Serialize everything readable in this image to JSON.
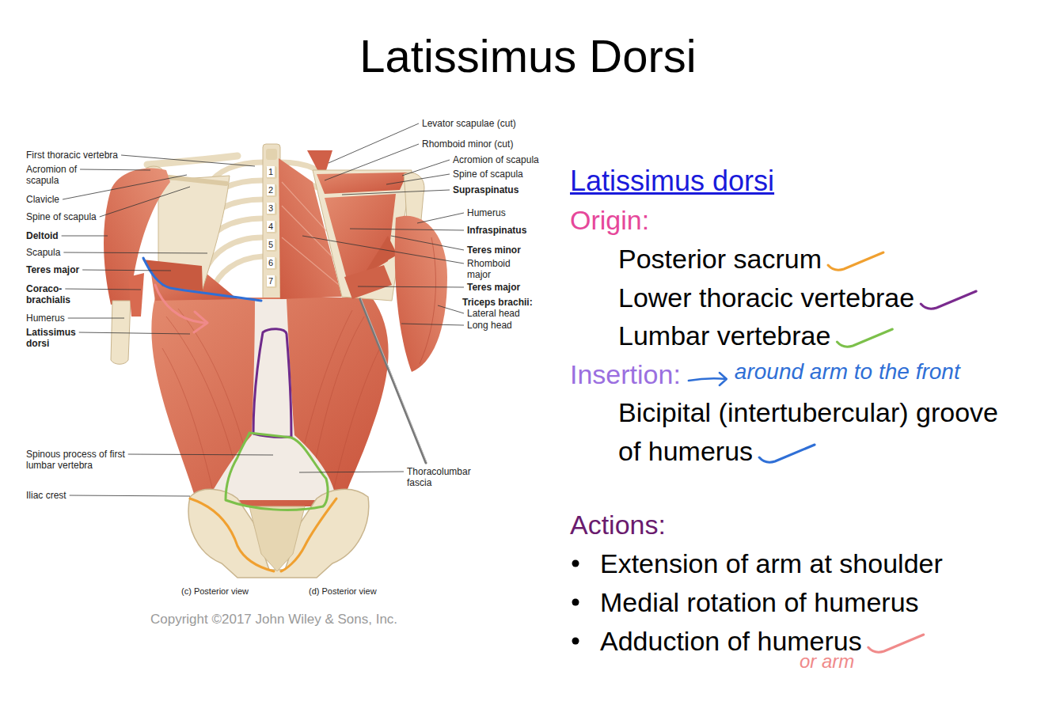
{
  "diagram": {
    "title": "Latissimus Dorsi",
    "labels": [
      "First thoracic vertebra",
      "Acromion of scapula",
      "Clavicle",
      "Spine of scapula",
      "Deltoid",
      "Scapula",
      "Teres major",
      "Coraco- brachialis",
      "Humerus",
      "Latissimus dorsi",
      "Spinous process of first lumbar vertebra",
      "Iliac crest",
      "1",
      "2",
      "3",
      "4",
      "5",
      "6",
      "7",
      "Levator scapulae (cut)",
      "Rhomboid minor (cut)",
      "Acromion of scapula",
      "Spine of scapula",
      "Supraspinatus",
      "Humerus",
      "Infraspinatus",
      "Teres minor",
      "Rhomboid major",
      "Teres major",
      "Triceps brachii:",
      "Lateral head",
      "Long head",
      "Thoracolumbar fascia",
      "(c) Posterior view",
      "(d) Posterior view",
      "Copyright ©2017 John Wiley & Sons, Inc.",
      "Latissimus dorsi",
      "Origin:",
      "Posterior sacrum",
      "Lower thoracic vertebrae",
      "Lumbar vertebrae",
      "Insertion:",
      "around arm to the front",
      "Bicipital (intertubercular) groove of humerus",
      "Actions:",
      "Extension of arm at shoulder",
      "Medial rotation of humerus",
      "Adduction of humerus",
      "or arm"
    ]
  }
}
